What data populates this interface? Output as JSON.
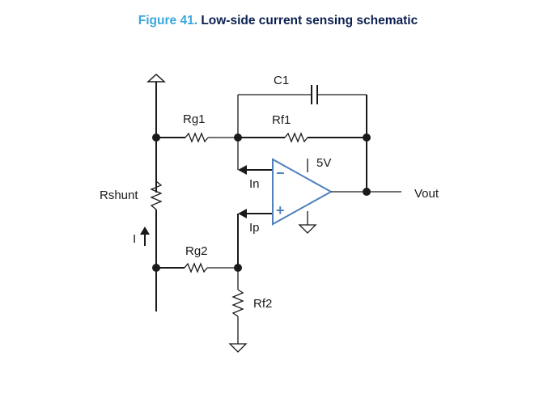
{
  "figure": {
    "number": "Figure 41.",
    "caption": "Low-side current sensing schematic"
  },
  "labels": {
    "c1": "C1",
    "rg1": "Rg1",
    "rf1": "Rf1",
    "supply": "5V",
    "in": "In",
    "ip": "Ip",
    "rshunt": "Rshunt",
    "current": "I",
    "rg2": "Rg2",
    "rf2": "Rf2",
    "vout": "Vout",
    "minus": "−",
    "plus": "+"
  },
  "colors": {
    "figure_number": "#3ba7dc",
    "caption": "#0c2150",
    "opamp": "#4f81bd"
  }
}
